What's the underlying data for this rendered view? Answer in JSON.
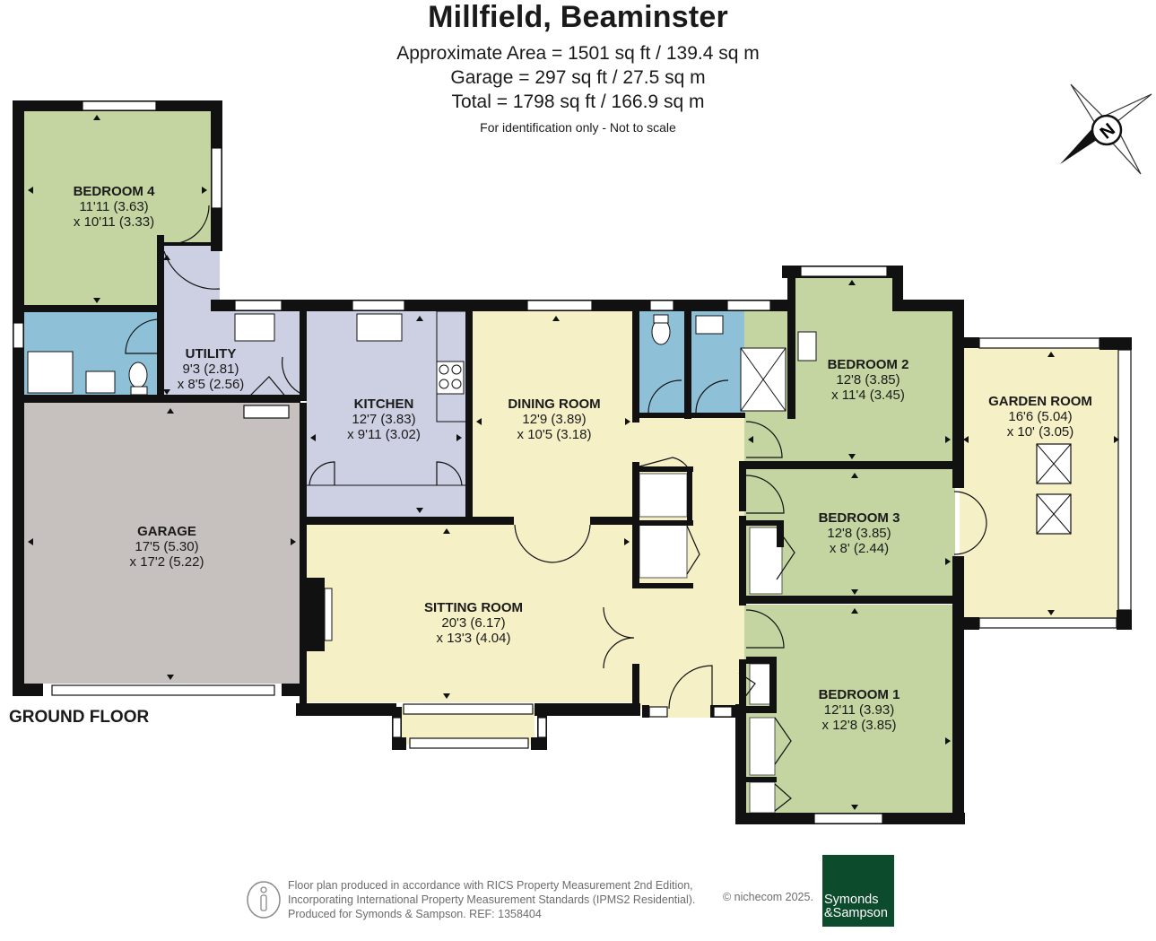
{
  "header": {
    "title": "Millfield, Beaminster",
    "area_line1": "Approximate Area = 1501 sq ft / 139.4 sq m",
    "area_line2": "Garage = 297 sq ft / 27.5 sq m",
    "area_line3": "Total = 1798 sq ft / 166.9 sq m",
    "note": "For identification only - Not to scale"
  },
  "compass": {
    "icon": "north-compass-icon",
    "letter": "N"
  },
  "rooms": {
    "bedroom4": {
      "name": "BEDROOM 4",
      "dim1": "11'11 (3.63)",
      "dim2": "x 10'11 (3.33)"
    },
    "utility": {
      "name": "UTILITY",
      "dim1": "9'3 (2.81)",
      "dim2": "x 8'5 (2.56)"
    },
    "kitchen": {
      "name": "KITCHEN",
      "dim1": "12'7 (3.83)",
      "dim2": "x 9'11 (3.02)"
    },
    "dining": {
      "name": "DINING ROOM",
      "dim1": "12'9 (3.89)",
      "dim2": "x 10'5 (3.18)"
    },
    "bedroom2": {
      "name": "BEDROOM 2",
      "dim1": "12'8 (3.85)",
      "dim2": "x 11'4 (3.45)"
    },
    "garden": {
      "name": "GARDEN ROOM",
      "dim1": "16'6 (5.04)",
      "dim2": "x 10' (3.05)"
    },
    "garage": {
      "name": "GARAGE",
      "dim1": "17'5 (5.30)",
      "dim2": "x 17'2 (5.22)"
    },
    "bedroom3": {
      "name": "BEDROOM 3",
      "dim1": "12'8 (3.85)",
      "dim2": "x 8' (2.44)"
    },
    "sitting": {
      "name": "SITTING ROOM",
      "dim1": "20'3 (6.17)",
      "dim2": "x 13'3 (4.04)"
    },
    "bedroom1": {
      "name": "BEDROOM 1",
      "dim1": "12'11 (3.93)",
      "dim2": "x 12'8 (3.85)"
    }
  },
  "floor_label": "GROUND FLOOR",
  "colors": {
    "bedroom": "#c5d5a1",
    "living": "#f5f0c6",
    "kitchen": "#cdcfe2",
    "bathroom": "#8ec1d8",
    "garage": "#c6c0bf",
    "wall": "#111111",
    "logo": "#0c4c2c"
  },
  "footer": {
    "line1": "Floor plan produced in accordance with RICS Property Measurement 2nd Edition,",
    "line2": "Incorporating International Property Measurement Standards (IPMS2 Residential).",
    "line3": "Produced for Symonds & Sampson.   REF:  1358404",
    "credit": "© nichecom 2025.",
    "logo_line1": "Symonds",
    "logo_line2": "&Sampson",
    "info_icon": "info-person-icon"
  }
}
